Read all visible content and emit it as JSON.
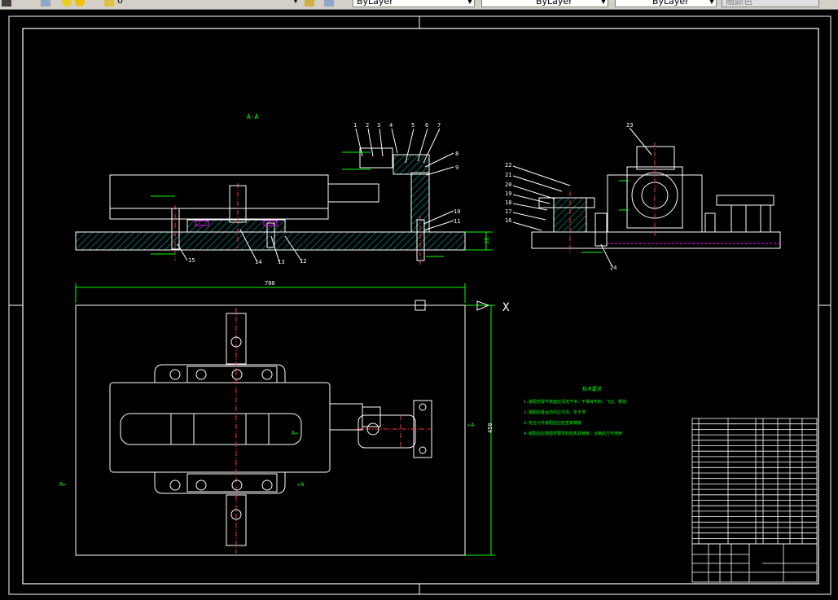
{
  "toolbar": {
    "layer_name": "0",
    "color_value": "ByLayer",
    "linetype_value": "ByLayer",
    "lineweight_value": "ByLayer",
    "plotstyle_value": "随颜色"
  },
  "drawing": {
    "section_label": "A-A",
    "balloons_top": [
      "1",
      "2",
      "3",
      "4",
      "5",
      "6",
      "7",
      "8",
      "9",
      "10",
      "11",
      "12",
      "13",
      "14",
      "15"
    ],
    "balloons_right": [
      "16",
      "17",
      "18",
      "19",
      "20",
      "21",
      "22",
      "23",
      "24"
    ],
    "dim_width": "700",
    "dim_height": "450",
    "dim_base": "30",
    "view_labels": [
      "A←",
      "A←",
      "←A",
      "←A"
    ],
    "tech_title": "技术要求",
    "tech_lines": [
      "1.装配前零件表面应清洗干净，不得有毛刺、飞边、锈蚀",
      "2.装配后各运动件应灵活，无卡滞",
      "3.定位元件装配后应检查其精度",
      "4.装配后应按图样要求检验夹具精度，合格后方可使用"
    ],
    "cad_x_mark": "X"
  }
}
